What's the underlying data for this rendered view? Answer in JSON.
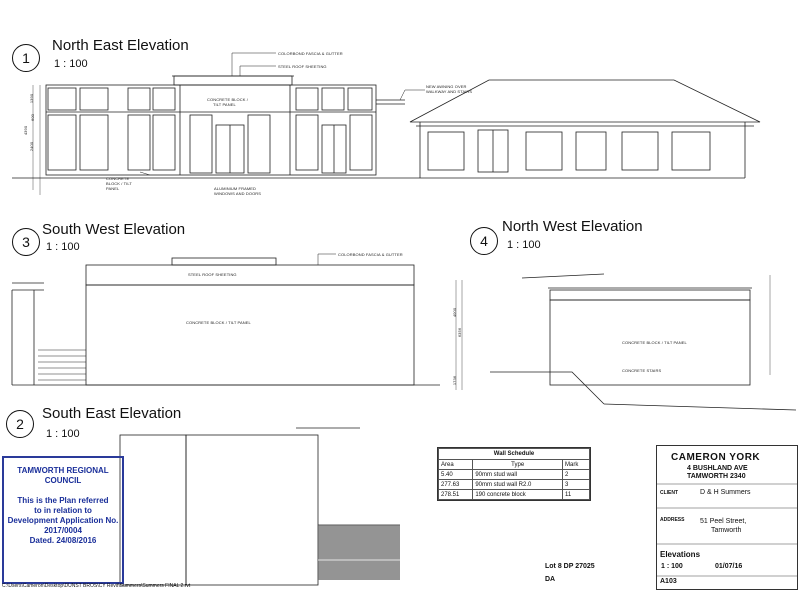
{
  "views": [
    {
      "number": "1",
      "title": "North East Elevation",
      "scale": "1 : 100"
    },
    {
      "number": "3",
      "title": "South West Elevation",
      "scale": "1 : 100"
    },
    {
      "number": "4",
      "title": "North West Elevation",
      "scale": "1 : 100"
    },
    {
      "number": "2",
      "title": "South East Elevation",
      "scale": "1 : 100"
    }
  ],
  "notes": {
    "colorbond_ne": "COLORBOND FASCIA & GUTTER",
    "steel_roof_ne": "STEEL ROOF SHEETING",
    "new_awning": "NEW AWNING OVER",
    "new_awning_2": "WALKWAY AND STAIRS",
    "concrete_block_top": "CONCRETE BLOCK /",
    "concrete_block_top_2": "TILT PANEL",
    "concrete_block_left": "CONCRETE",
    "concrete_block_left_2": "BLOCK / TILT",
    "concrete_block_left_3": "PANEL",
    "aluminium": "ALUMINIUM FRAMED",
    "aluminium_2": "WINDOWS AND DOORS",
    "colorbond_sw": "COLORBOND FASCIA & GUTTER",
    "steel_roof_sw": "STEEL ROOF SHEETING",
    "concrete_panel_sw": "CONCRETE BLOCK / TILT PANEL",
    "concrete_panel_nw": "CONCRETE BLOCK / TILT PANEL",
    "concrete_stairs": "CONCRETE STAIRS",
    "dim_1390": "1390",
    "dim_600": "600",
    "dim_2400": "2400",
    "dim_4390": "4390",
    "dim_4000": "4000",
    "dim_6356": "6356",
    "dim_1736": "1736"
  },
  "stamp": {
    "line1": "TAMWORTH REGIONAL",
    "line2": "COUNCIL",
    "line3": "This is the Plan referred",
    "line4": "to in relation to",
    "line5": "Development Application No.",
    "line6": "2017/0004",
    "line7": "Dated. 24/08/2016",
    "color": "#1a2f9a"
  },
  "wall_schedule": {
    "title": "Wall Schedule",
    "headers": [
      "Area",
      "Type",
      "Mark"
    ],
    "rows": [
      [
        "5.40",
        "90mm stud wall",
        "2"
      ],
      [
        "277.63",
        "90mm stud wall R2.0",
        "3"
      ],
      [
        "278.51",
        "190 concrete block",
        "11"
      ]
    ]
  },
  "title_block": {
    "company": "CAMERON YORK",
    "address1": "4 BUSHLAND AVE",
    "address2": "TAMWORTH 2340",
    "client_label": "CLIENT",
    "client_value": "D & H Summers",
    "address_label": "ADDRESS",
    "address_value1": "51 Peel Street,",
    "address_value2": "Tamworth",
    "sheet_title": "Elevations",
    "scale": "1 : 100",
    "date": "01/07/16",
    "sheet_no": "A103"
  },
  "lot": "Lot 8  DP 27025",
  "stage": "DA",
  "file_path": "C:\\Users\\Cameron\\Desktop\\DUNST BROS\\CY Revit\\Summers\\Summers FINAL 2.rvt"
}
